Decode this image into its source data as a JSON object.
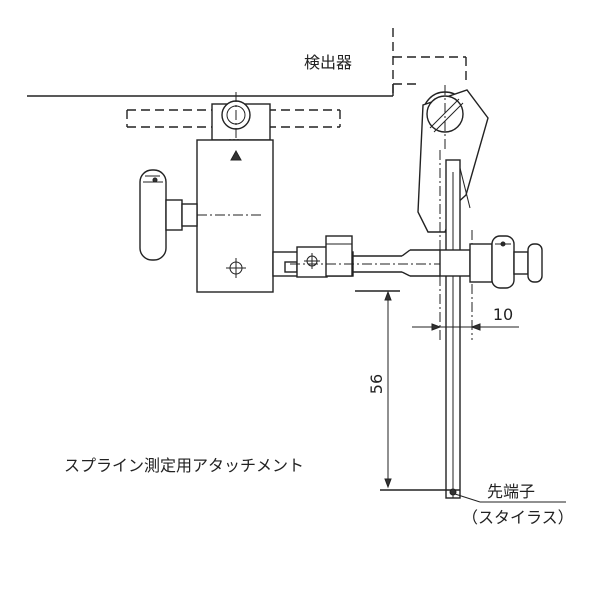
{
  "labels": {
    "detector": "検出器",
    "attachment": "スプライン測定用アタッチメント",
    "tip": "先端子",
    "stylus": "（スタイラス）"
  },
  "dimensions": {
    "offset": "10",
    "length": "56"
  }
}
